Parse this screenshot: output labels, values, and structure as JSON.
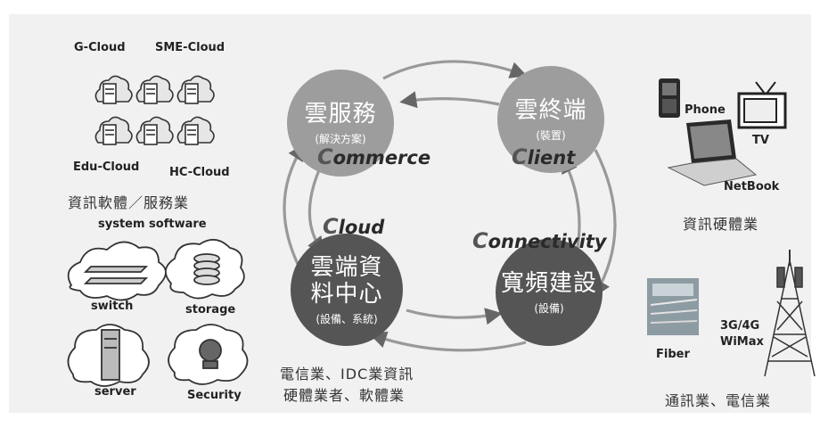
{
  "left": {
    "top_labels": [
      "G-Cloud",
      "SME-Cloud",
      "Edu-Cloud",
      "HC-Cloud"
    ],
    "section_title": "資訊軟體／服務業",
    "section_subtitle": "system software",
    "items": [
      "switch",
      "storage",
      "server",
      "Security"
    ]
  },
  "center": {
    "circles": [
      {
        "title": "雲服務",
        "subtitle": "(解決方案)"
      },
      {
        "title": "雲終端",
        "subtitle": "(裝置)"
      },
      {
        "title": "雲端資料中心",
        "subtitle": "(設備、系統)"
      },
      {
        "title": "寬頻建設",
        "subtitle": "(設備)"
      }
    ],
    "cycle_labels": {
      "commerce": {
        "initial": "C",
        "rest": "ommerce"
      },
      "client": {
        "initial": "C",
        "rest": "lient"
      },
      "cloud": {
        "initial": "C",
        "rest": "loud"
      },
      "connectivity": {
        "initial": "C",
        "rest": "onnectivity"
      }
    },
    "bottom_caption": [
      "電信業、IDC業資訊",
      "硬體業者、軟體業"
    ]
  },
  "right": {
    "devices": [
      "Phone",
      "TV",
      "NetBook"
    ],
    "devices_title": "資訊硬體業",
    "network": [
      "Fiber",
      "3G/4G",
      "WiMax"
    ],
    "network_title": "通訊業、電信業"
  }
}
